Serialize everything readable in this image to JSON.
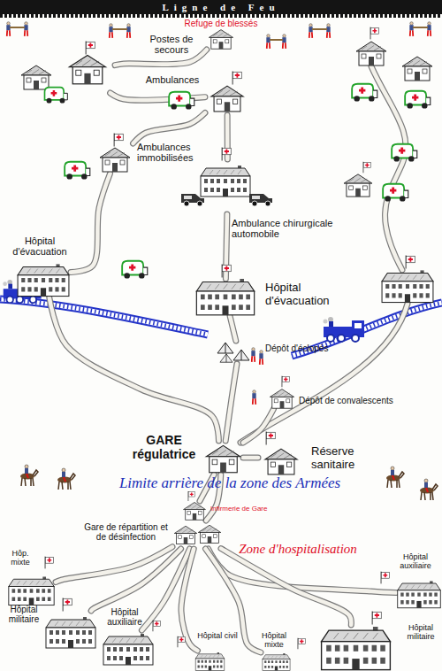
{
  "diagram": {
    "title": "Ligne de Feu",
    "nodes": [
      {
        "text": [
          "Refuge de blessés"
        ]
      },
      {
        "text": [
          "Postes de secours"
        ]
      },
      {
        "text": [
          "Ambulances"
        ]
      },
      {
        "text": [
          "Ambulances immobilisées"
        ]
      },
      {
        "text": [
          "Ambulance chirurgicale automobile"
        ]
      },
      {
        "text": [
          "Hôpital d'évacuation"
        ]
      },
      {
        "text": [
          "Hôpital d'évacuation"
        ]
      },
      {
        "text": [
          "Dépôt d'éclopés"
        ]
      },
      {
        "text": [
          "Dépôt de convalescents"
        ]
      },
      {
        "text": [
          "GARE régulatrice"
        ]
      },
      {
        "text": [
          "Réserve sanitaire"
        ]
      },
      {
        "text": [
          "Infirmerie de Gare"
        ]
      },
      {
        "text": [
          "Gare de répartition et de désinfection"
        ]
      },
      {
        "text": [
          "Hôp. mixte"
        ]
      },
      {
        "text": [
          "Hôpital auxiliaire"
        ]
      },
      {
        "text": [
          "Hôpital militaire"
        ]
      },
      {
        "text": [
          "Hôpital auxiliaire"
        ]
      },
      {
        "text": [
          "Hôpital civil"
        ]
      },
      {
        "text": [
          "Hôpital mixte"
        ]
      },
      {
        "text": [
          "Hôpital militaire"
        ]
      }
    ],
    "edges": [
      {
        "from": 0,
        "to": 1,
        "arrow": "none"
      },
      {
        "from": 1,
        "to": 2,
        "arrow": "none"
      },
      {
        "from": 2,
        "to": 3,
        "arrow": "none"
      },
      {
        "from": 2,
        "to": 4,
        "arrow": "none"
      },
      {
        "from": 3,
        "to": 5,
        "arrow": "none"
      },
      {
        "from": 4,
        "to": 6,
        "arrow": "none"
      },
      {
        "from": 5,
        "to": 9,
        "arrow": "none"
      },
      {
        "from": 6,
        "to": 7,
        "arrow": "none"
      },
      {
        "from": 7,
        "to": 9,
        "arrow": "none"
      },
      {
        "from": 8,
        "to": 9,
        "arrow": "none"
      },
      {
        "from": 9,
        "to": 10,
        "arrow": "none"
      },
      {
        "from": 9,
        "to": 11,
        "arrow": "none"
      },
      {
        "from": 9,
        "to": 12,
        "arrow": "none"
      },
      {
        "from": 12,
        "to": 13,
        "arrow": "none"
      },
      {
        "from": 12,
        "to": 14,
        "arrow": "none"
      },
      {
        "from": 12,
        "to": 15,
        "arrow": "none"
      },
      {
        "from": 12,
        "to": 16,
        "arrow": "none"
      },
      {
        "from": 12,
        "to": 17,
        "arrow": "none"
      },
      {
        "from": 12,
        "to": 18,
        "arrow": "none"
      },
      {
        "from": 12,
        "to": 19,
        "arrow": "none"
      }
    ],
    "labels": [
      "Limite arrière de la zone des Armées",
      "Zone d'hospitalisation"
    ]
  }
}
